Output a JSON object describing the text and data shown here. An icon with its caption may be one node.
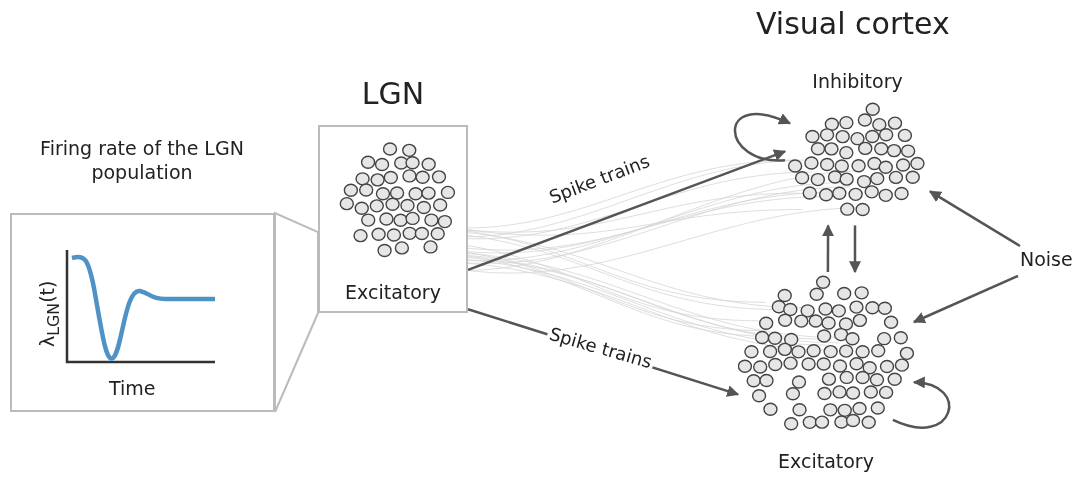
{
  "diagram": {
    "nodes": [
      {
        "text": [
          "LGN",
          "Excitatory"
        ]
      },
      {
        "text": [
          "Firing rate of the LGN population",
          "λ$_{LGN}$(t)",
          "Time"
        ]
      },
      {
        "text": [
          "Inhibitory"
        ]
      },
      {
        "text": [
          "Excitatory"
        ]
      },
      {
        "text": [
          "Noise"
        ]
      }
    ],
    "edges": [
      {
        "from": 1,
        "to": 0,
        "arrow": "none",
        "color": "#bbbbbb"
      },
      {
        "from": 0,
        "to": 2,
        "arrow": "to",
        "label": "Spike trains"
      },
      {
        "from": 0,
        "to": 3,
        "arrow": "to",
        "label": "Spike trains"
      },
      {
        "from": 3,
        "to": 2,
        "arrow": "to"
      },
      {
        "from": 2,
        "to": 3,
        "arrow": "to"
      },
      {
        "from": 4,
        "to": 2,
        "arrow": "to"
      },
      {
        "from": 4,
        "to": 3,
        "arrow": "to"
      },
      {
        "from": 2,
        "to": 2,
        "arrow": "to"
      },
      {
        "from": 3,
        "to": 3,
        "arrow": "to"
      }
    ],
    "labels": [
      "Visual cortex"
    ]
  }
}
